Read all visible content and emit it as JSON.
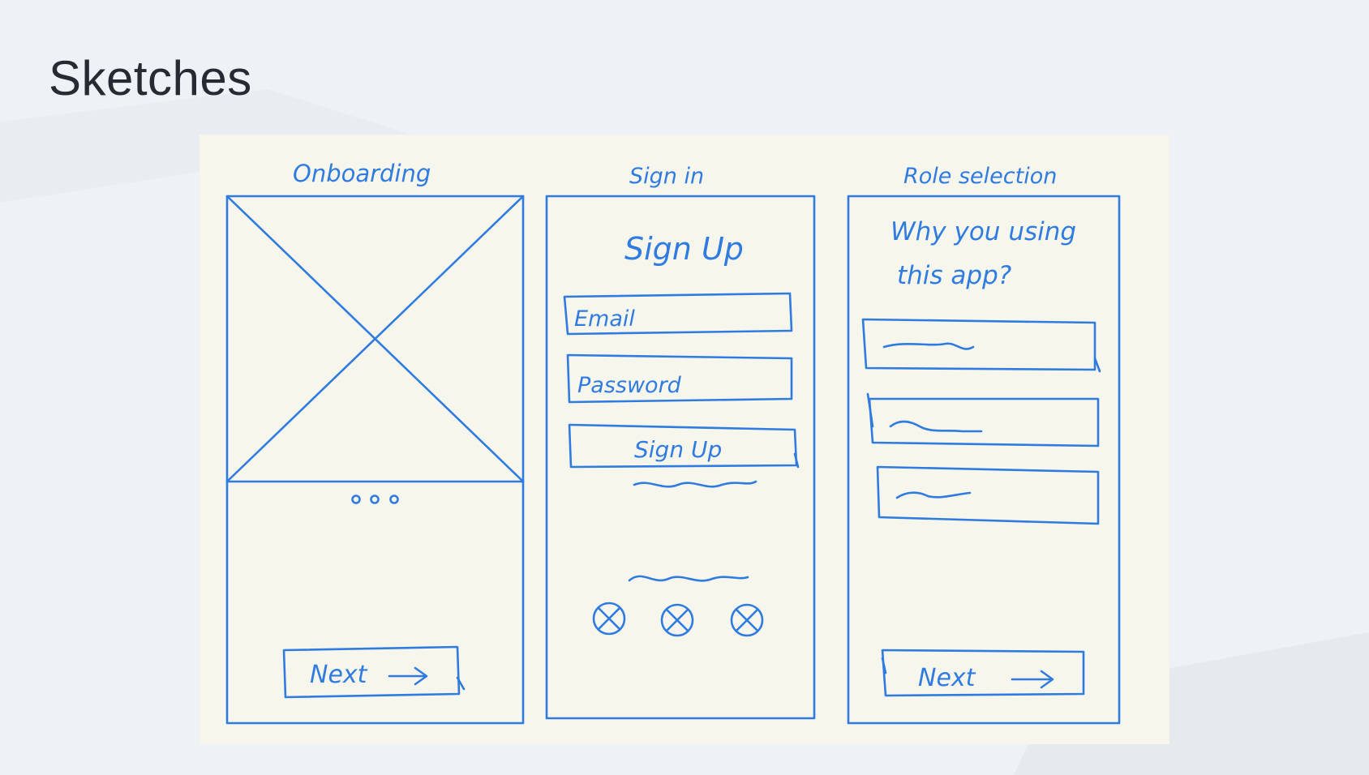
{
  "page": {
    "title": "Sketches"
  },
  "screens": [
    {
      "label": "Onboarding",
      "dots": "o o o",
      "button": "Next"
    },
    {
      "label": "Sign in",
      "heading": "Sign Up",
      "email": "Email",
      "password": "Password",
      "button": "Sign Up"
    },
    {
      "label": "Role selection",
      "question_line1": "Why you using",
      "question_line2": "this app?",
      "button": "Next"
    }
  ],
  "colors": {
    "ink": "#2f7be0",
    "paper": "#f7f6ec",
    "background": "#eef1f5",
    "title": "#262b33"
  },
  "icons": [
    "arrow-right-icon",
    "social-login-placeholder-icon"
  ]
}
